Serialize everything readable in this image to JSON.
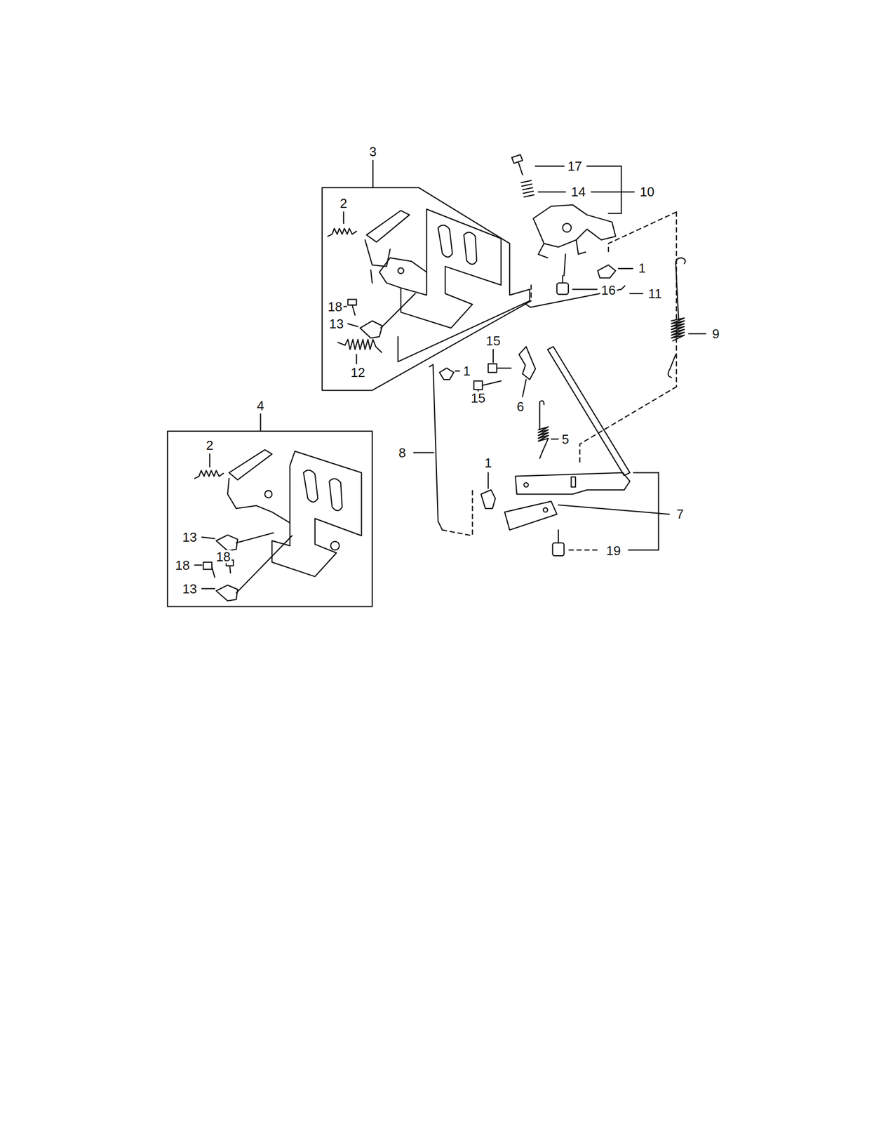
{
  "diagram": {
    "labels": [
      "3",
      "17",
      "14",
      "10",
      "2",
      "1",
      "18",
      "16",
      "11",
      "13",
      "9",
      "12",
      "15",
      "1",
      "15",
      "6",
      "4",
      "5",
      "8",
      "2",
      "1",
      "7",
      "13",
      "18",
      "18",
      "19",
      "13"
    ]
  }
}
